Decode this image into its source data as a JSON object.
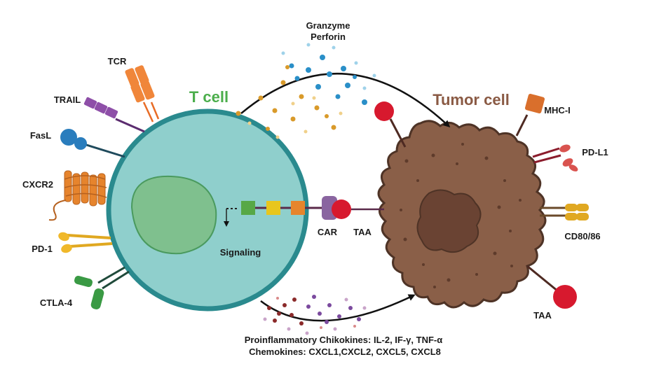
{
  "cells": {
    "t_cell": "T cell",
    "tumor_cell": "Tumor cell"
  },
  "t_cell_receptors": {
    "tcr": "TCR",
    "trail": "TRAIL",
    "fasl": "FasL",
    "cxcr2": "CXCR2",
    "pd1": "PD-1",
    "ctla4": "CTLA-4"
  },
  "car": {
    "car_label": "CAR",
    "signaling_label": "Signaling"
  },
  "tumor_markers": {
    "mhc1": "MHC-I",
    "pdl1": "PD-L1",
    "cd80_86": "CD80/86",
    "taa_top": "TAA",
    "taa_bottom": "TAA"
  },
  "secretions": {
    "granzyme": "Granzyme",
    "perforin": "Perforin",
    "cytokines": "Proinflammatory Chikokines: IL-2, IF-γ, TNF-α",
    "chemokines": "Chemokines: CXCL1,CXCL2, CXCL5, CXCL8"
  },
  "colors": {
    "t_cell_fill": "#8fcfcc",
    "t_cell_border": "#2a8a8e",
    "nucleus": "#7fc08e",
    "tumor_fill": "#8a5f48",
    "tumor_border": "#4e3326",
    "taa_red": "#d7192e",
    "car_purple": "#8a65a0"
  }
}
